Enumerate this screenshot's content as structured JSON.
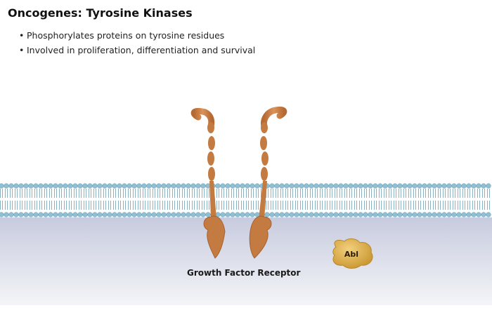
{
  "title": "Oncogenes: Tyrosine Kinases",
  "bullets": [
    "Phosphorylates proteins on tyrosine residues",
    "Involved in proliferation, differentiation and survival"
  ],
  "labels": {
    "receptor": "Growth Factor Receptor",
    "abl": "Abl"
  },
  "colors": {
    "membrane_head": "#8fbfd2",
    "membrane_tail": "#7aaac0",
    "receptor": "#cd8a50",
    "receptor_dark": "#a8622c",
    "abl": "#d9ad52",
    "cytoplasm_top": "#c9cde0",
    "cytoplasm_bottom": "#f2f3f7"
  }
}
